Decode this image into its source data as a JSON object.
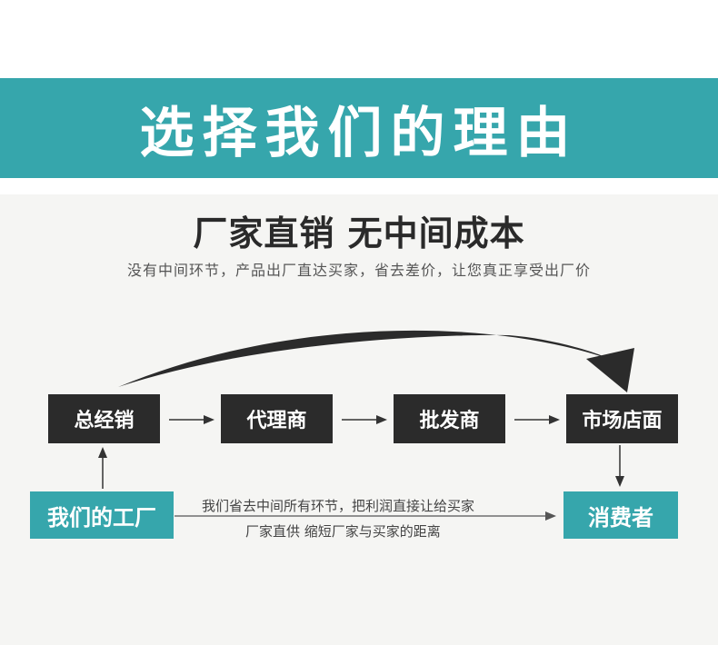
{
  "banner": {
    "title": "选择我们的理由"
  },
  "headline": {
    "main": "厂家直销  无中间成本",
    "sub": "没有中间环节，产品出厂直达买家，省去差价，让您真正享受出厂价"
  },
  "flow": {
    "nodes": {
      "general_distributor": "总经销",
      "agent": "代理商",
      "wholesaler": "批发商",
      "market_store": "市场店面",
      "our_factory": "我们的工厂",
      "consumer": "消费者"
    },
    "note_line1": "我们省去中间所有环节，把利润直接让给买家",
    "note_line2": "厂家直供  缩短厂家与买家的距离"
  },
  "colors": {
    "teal": "#36a6ac",
    "dark_box": "#2b2b2b",
    "background": "#f5f5f3"
  }
}
